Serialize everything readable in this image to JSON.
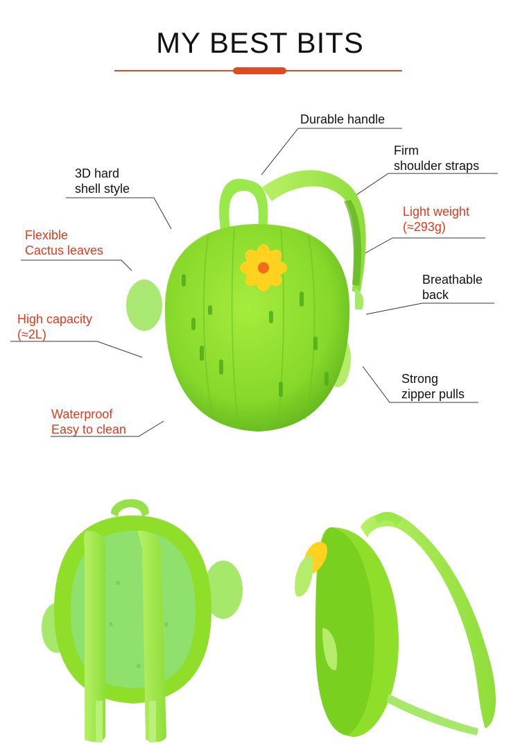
{
  "header": {
    "title": "MY BEST BITS"
  },
  "features": {
    "handle": {
      "text": "Durable handle"
    },
    "straps": {
      "line1": "Firm",
      "line2": "shoulder straps"
    },
    "shell": {
      "line1": "3D hard",
      "line2": "shell style"
    },
    "weight": {
      "line1": "Light weight",
      "line2": "(≈293g)"
    },
    "leaves": {
      "line1": "Flexible",
      "line2": "Cactus leaves"
    },
    "back": {
      "line1": "Breathable",
      "line2": "back"
    },
    "capacity": {
      "line1": "High capacity",
      "line2": "(≈2L)"
    },
    "zipper": {
      "line1": "Strong",
      "line2": "zipper pulls"
    },
    "waterproof": {
      "line1": "Waterproof",
      "line2": "Easy to clean"
    }
  },
  "colors": {
    "accent": "#e04a1f",
    "label_red": "#e2381b",
    "bag_green": "#8fdc2c",
    "flower": "#ffd21f"
  }
}
